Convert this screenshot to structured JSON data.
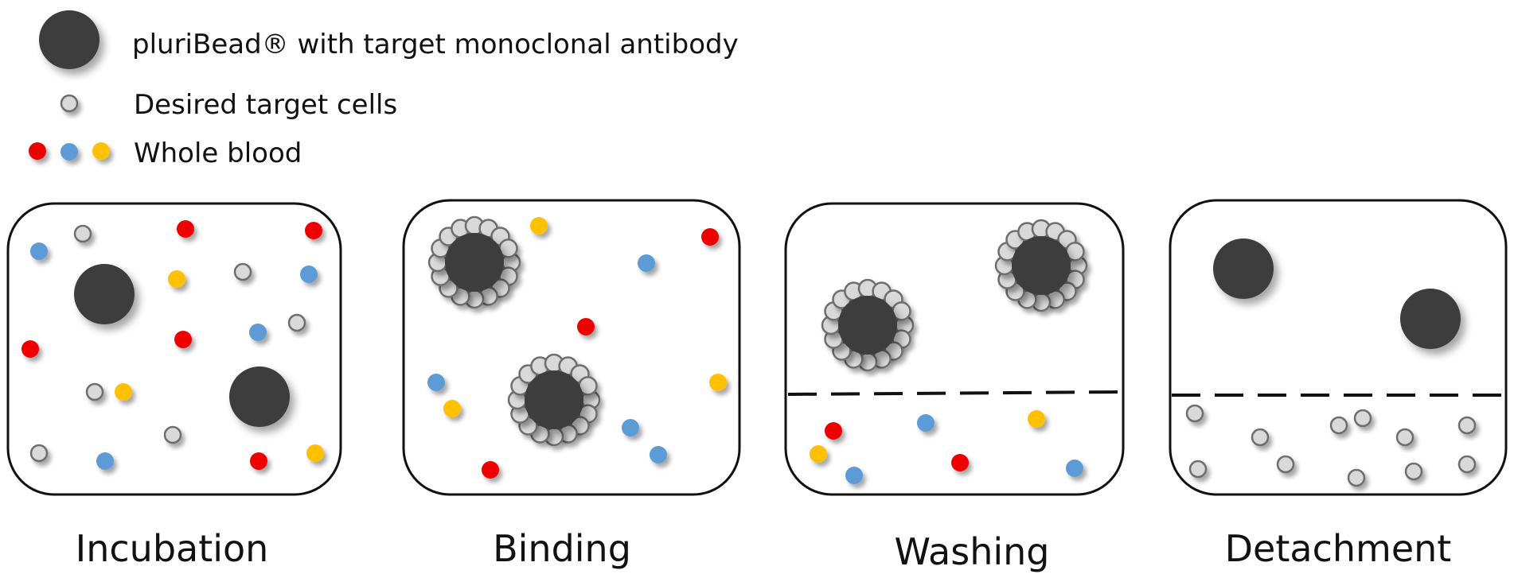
{
  "legend": {
    "bead_label": "pluriBead® with target monoclonal antibody",
    "target_cells_label": "Desired target cells",
    "whole_blood_label": "Whole blood"
  },
  "panels": [
    {
      "label": "Incubation"
    },
    {
      "label": "Binding"
    },
    {
      "label": "Washing"
    },
    {
      "label": "Detachment"
    }
  ],
  "colors": {
    "bead": "#3d3d3d",
    "target_cell": "#d9d9d9",
    "target_cell_stroke": "#6e6e6e",
    "red_blood": "#ee0000",
    "blue_blood": "#5b9bd5",
    "yellow_blood": "#ffc000"
  }
}
